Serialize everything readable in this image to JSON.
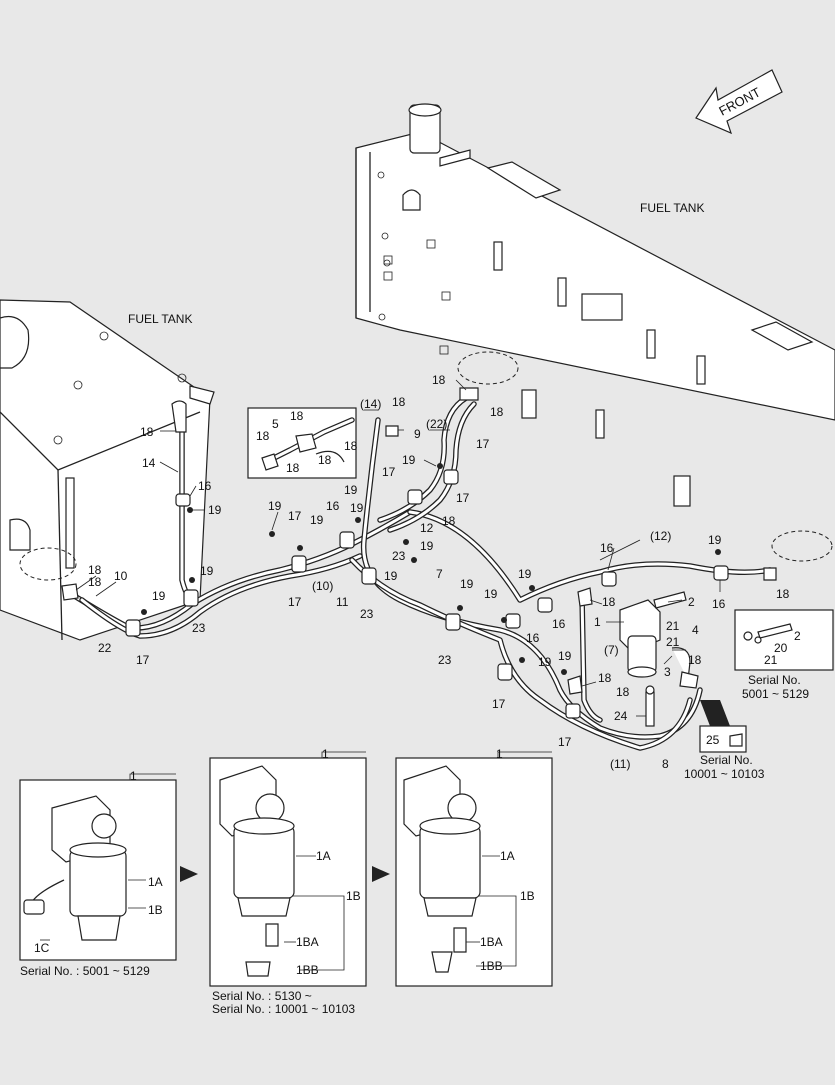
{
  "labels": {
    "front": "FRONT",
    "fuel_tank_right": "FUEL TANK",
    "fuel_tank_left": "FUEL TANK",
    "serial_a": "Serial No. : 5001 ~ 5129",
    "serial_b1": "Serial No. : 5130 ~",
    "serial_b2": "Serial No. : 10001 ~ 10103",
    "serial_inset_right_1": "Serial No.",
    "serial_inset_right_2": "5001 ~ 5129",
    "serial_inset_bottom_1": "Serial No.",
    "serial_inset_bottom_2": "10001 ~ 10103"
  },
  "callouts": {
    "p1": "1",
    "p1a": "1A",
    "p1b": "1B",
    "p1c": "1C",
    "p1ba": "1BA",
    "p1bb": "1BB",
    "p2": "2",
    "p3": "3",
    "p4": "4",
    "p5": "5",
    "p7": "7",
    "p7p": "(7)",
    "p8": "8",
    "p9": "9",
    "p10": "10",
    "p10p": "(10)",
    "p11": "11",
    "p11p": "(11)",
    "p12": "12",
    "p12p": "(12)",
    "p14": "14",
    "p14p": "(14)",
    "p16": "16",
    "p17": "17",
    "p18": "18",
    "p19": "19",
    "p20": "20",
    "p21": "21",
    "p22": "22",
    "p22p": "(22)",
    "p23": "23",
    "p24": "24",
    "p25": "25"
  }
}
